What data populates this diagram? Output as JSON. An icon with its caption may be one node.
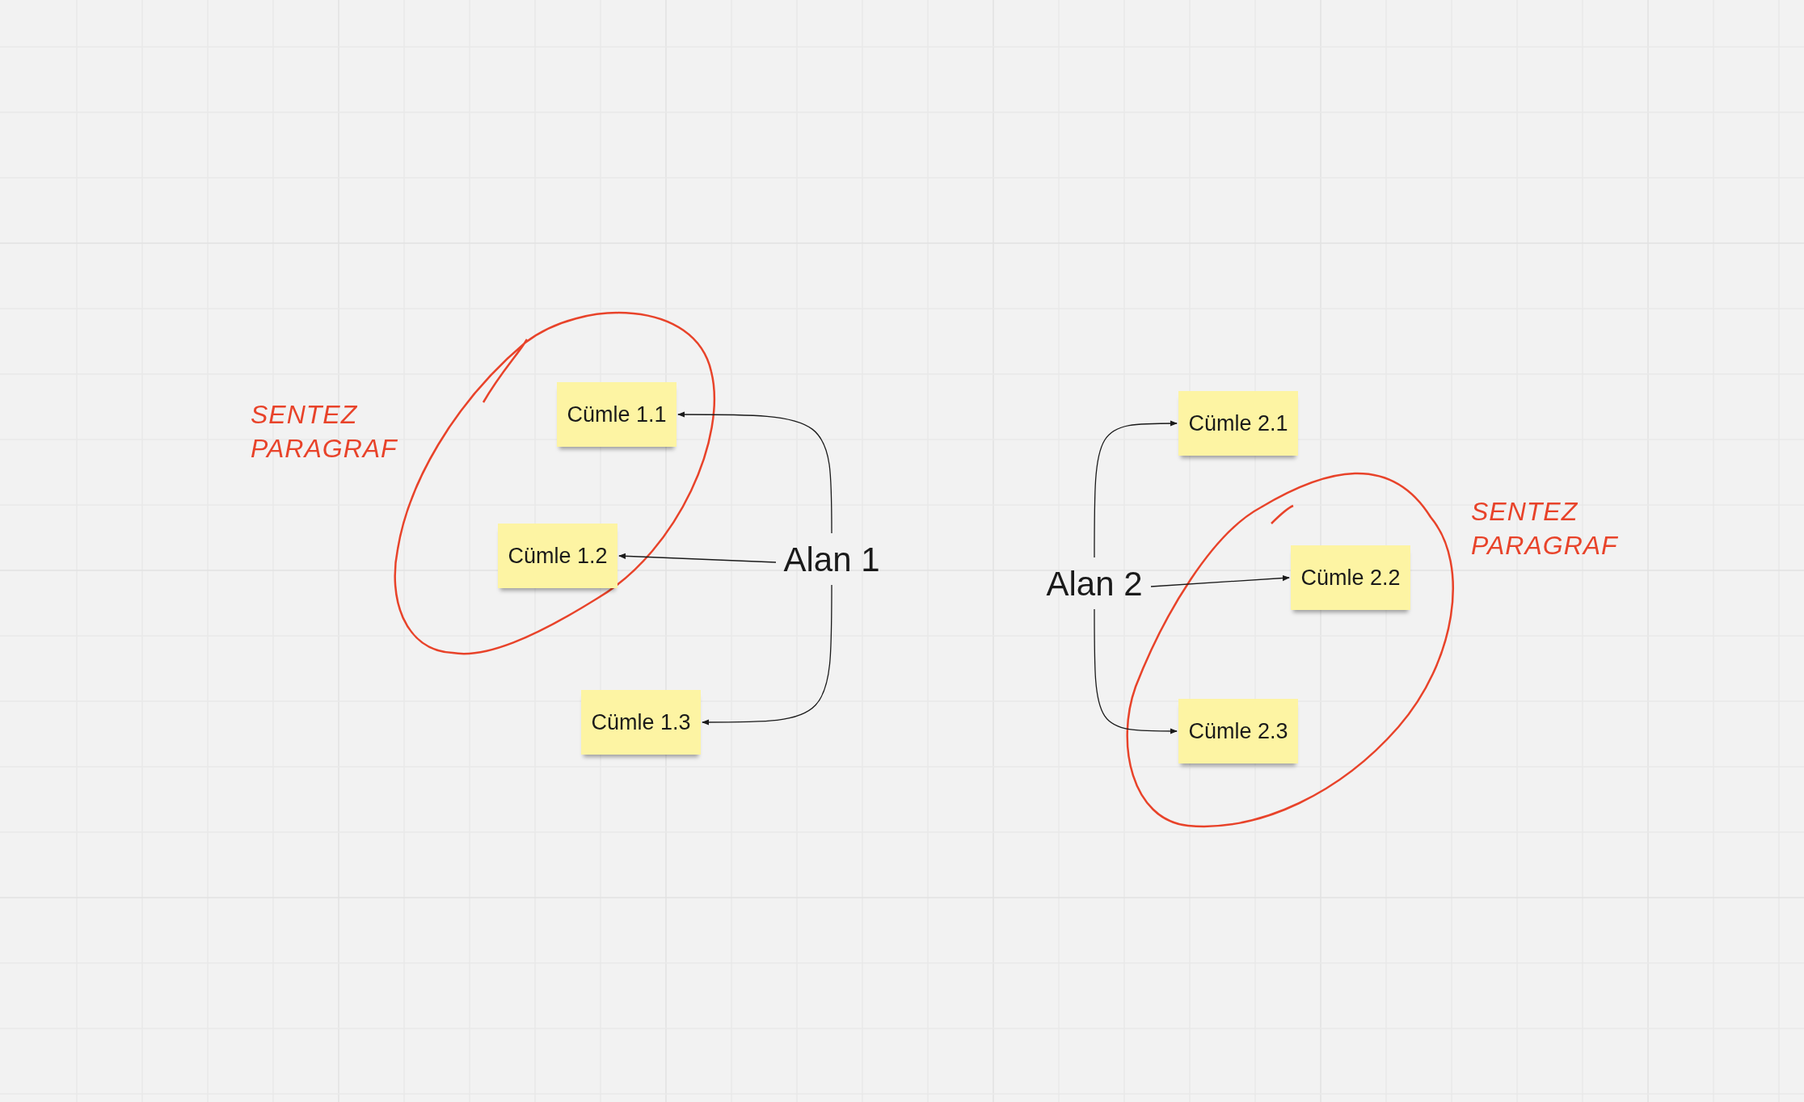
{
  "diagram": {
    "nodes": [
      {
        "text": [
          "Alan 1"
        ]
      },
      {
        "text": [
          "Cümle 1.1"
        ]
      },
      {
        "text": [
          "Cümle 1.2"
        ]
      },
      {
        "text": [
          "Cümle 1.3"
        ]
      },
      {
        "text": [
          "Alan 2"
        ]
      },
      {
        "text": [
          "Cümle 2.1"
        ]
      },
      {
        "text": [
          "Cümle 2.2"
        ]
      },
      {
        "text": [
          "Cümle 2.3"
        ]
      }
    ],
    "edges": [
      {
        "from": 0,
        "to": 1,
        "arrow": "to"
      },
      {
        "from": 0,
        "to": 2,
        "arrow": "to"
      },
      {
        "from": 0,
        "to": 3,
        "arrow": "to"
      },
      {
        "from": 4,
        "to": 5,
        "arrow": "to"
      },
      {
        "from": 4,
        "to": 6,
        "arrow": "to"
      },
      {
        "from": 4,
        "to": 7,
        "arrow": "to"
      }
    ],
    "labels": [
      "SENTEZ PARAGRAF",
      "SENTEZ PARAGRAF"
    ]
  }
}
